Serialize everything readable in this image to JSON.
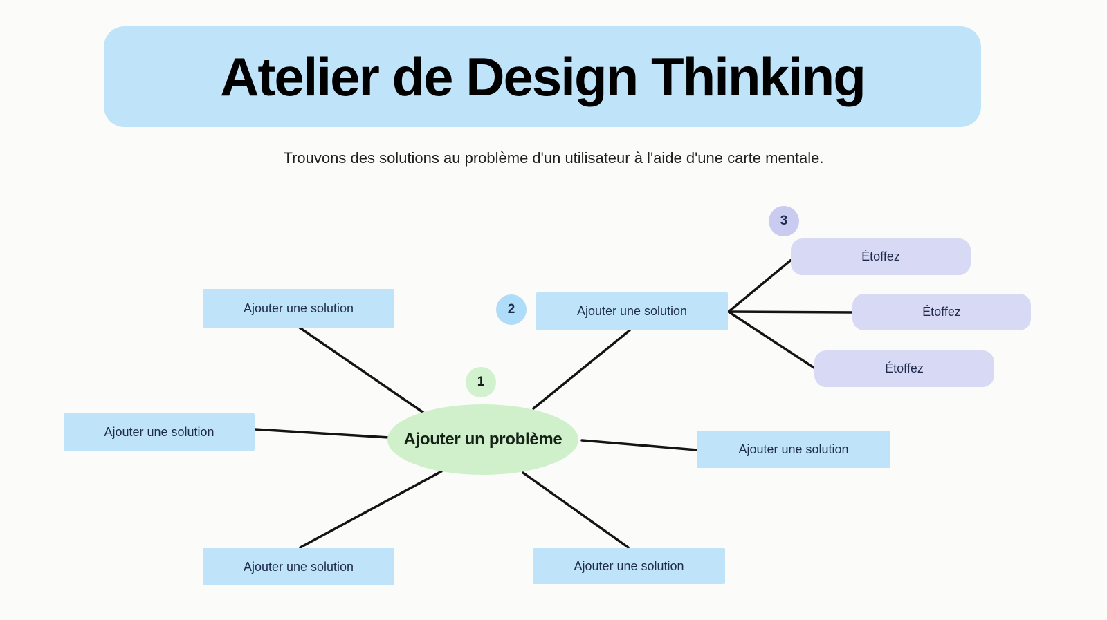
{
  "header": {
    "title": "Atelier de Design Thinking"
  },
  "subtitle": "Trouvons des solutions au problème d'un utilisateur à l'aide d'une carte mentale.",
  "steps": [
    {
      "number": "1"
    },
    {
      "number": "2"
    },
    {
      "number": "3"
    }
  ],
  "mindmap": {
    "problem": {
      "label": "Ajouter un problème"
    },
    "solutions": [
      {
        "position": "top-left",
        "label": "Ajouter une solution"
      },
      {
        "position": "top-middle",
        "label": "Ajouter une solution"
      },
      {
        "position": "middle-left",
        "label": "Ajouter une solution"
      },
      {
        "position": "right",
        "label": "Ajouter une solution"
      },
      {
        "position": "bottom-left",
        "label": "Ajouter une solution"
      },
      {
        "position": "bottom-middle",
        "label": "Ajouter une solution"
      }
    ],
    "expansions": [
      {
        "label": "Étoffez"
      },
      {
        "label": "Étoffez"
      },
      {
        "label": "Étoffez"
      }
    ]
  },
  "colors": {
    "canvas_bg": "#fbfbf9",
    "header_bg": "#bfe3f9",
    "solution_bg": "#bfe3f9",
    "expansion_bg": "#d8d9f4",
    "problem_bg": "#cff0cb",
    "badge1_bg": "#d2f1ce",
    "badge2_bg": "#afdcf8",
    "badge3_bg": "#c9ccf0",
    "line_color": "#141414",
    "title_color": "#000000",
    "subtitle_color": "#1f1f1f",
    "label_navy": "#1e2b4d",
    "problem_text": "#152017"
  }
}
